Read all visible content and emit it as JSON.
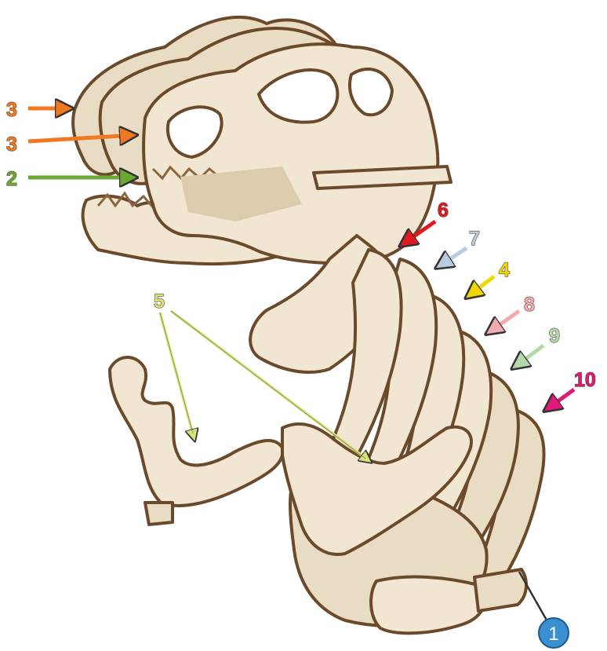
{
  "colors": {
    "background": "#ffffff",
    "wood": "#f1e6d2",
    "wood_dark": "#e9dcc4",
    "burnt_edge": "#6b4a2b",
    "c1": "#3a8fd0",
    "c2": "#6aa832",
    "c3": "#f07820",
    "c4": "#f0d800",
    "c5": "#d8e27a",
    "c6": "#e01820",
    "c7": "#b8cce0",
    "c8": "#f2aab0",
    "c9": "#b4d8a8",
    "c10": "#e0187a"
  },
  "part_labels": {
    "p1": "1",
    "p2": "2",
    "p3a": "3",
    "p3b": "3",
    "p4": "4",
    "p5": "5",
    "p6": "6",
    "p7": "7",
    "p8": "8",
    "p9": "9",
    "p10": "10"
  }
}
